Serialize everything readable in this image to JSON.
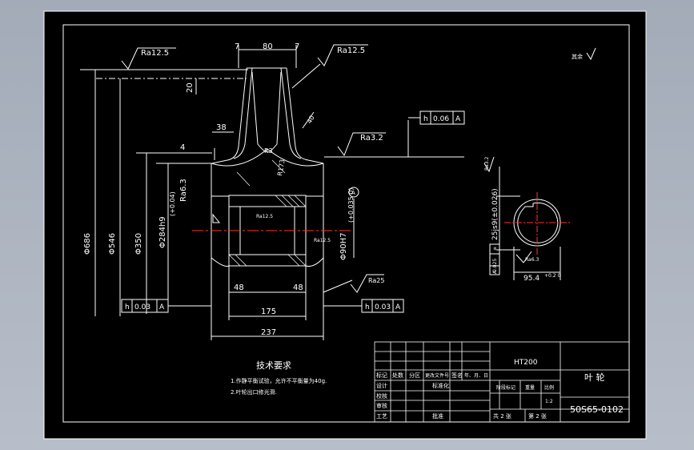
{
  "drawing": {
    "dims": {
      "d7_left": "7",
      "d80": "80",
      "d7_right": "7",
      "d20": "20",
      "d38": "38",
      "d4": "4",
      "d40": "40",
      "r3": "R3",
      "r173": "R173",
      "d48_left": "48",
      "d48_right": "48",
      "d175": "175",
      "d237": "237",
      "dia686": "Φ686",
      "dia546": "Φ546",
      "dia350": "Φ350",
      "dia284": "Φ284h9",
      "fit_tol": "(+0.04)",
      "bore_dia": "Φ90H7",
      "bore_tol": "(+0.035 0)",
      "key_width": "25js9(±0.026)",
      "key_depth": "95.4",
      "key_tol": "+0.2 0"
    },
    "roughness": {
      "top_left": "Ra12.5",
      "top_right": "Ra12.5",
      "mid": "Ra3.2",
      "hub_left": "Ra6.3",
      "hub_bottom": "Ra25",
      "hub_small_1": "Ra12.5",
      "hub_small_2": "Ra12.5",
      "key_top": "Ra3.2",
      "key_bottom": "Ra6.3",
      "general_label": "其余"
    },
    "tolerances": {
      "top": {
        "symbol": "h",
        "value": "0.06",
        "datum": "A"
      },
      "left": {
        "symbol": "h",
        "value": "0.03",
        "datum": "A"
      },
      "right": {
        "symbol": "h",
        "value": "0.03",
        "datum": "A"
      },
      "key": {
        "symbol": "≡",
        "value": "0.025",
        "datum": "A"
      },
      "datum_label": "A"
    },
    "notes": {
      "title": "技术要求",
      "line1": "1.作静平衡试验，允许不平衡量为40g.",
      "line2": "2.叶轮出口修光滑."
    },
    "title_block": {
      "material": "HT200",
      "part_name": "叶 轮",
      "drawing_no": "50S65-0102",
      "h_mark": "标记",
      "h_count": "处数",
      "h_zone": "分区",
      "h_doc": "更改文件号",
      "h_sign": "签名",
      "h_date": "年、月、日",
      "r_design": "设计",
      "r_std": "标准化",
      "r_check": "校核",
      "r_review": "审核",
      "r_process": "工艺",
      "r_approve": "批准",
      "stage": "阶段标记",
      "weight": "重量",
      "scale_label": "比例",
      "scale": "1:2",
      "sheets_total": "共 2 张",
      "sheet_no": "第 2 张"
    }
  }
}
